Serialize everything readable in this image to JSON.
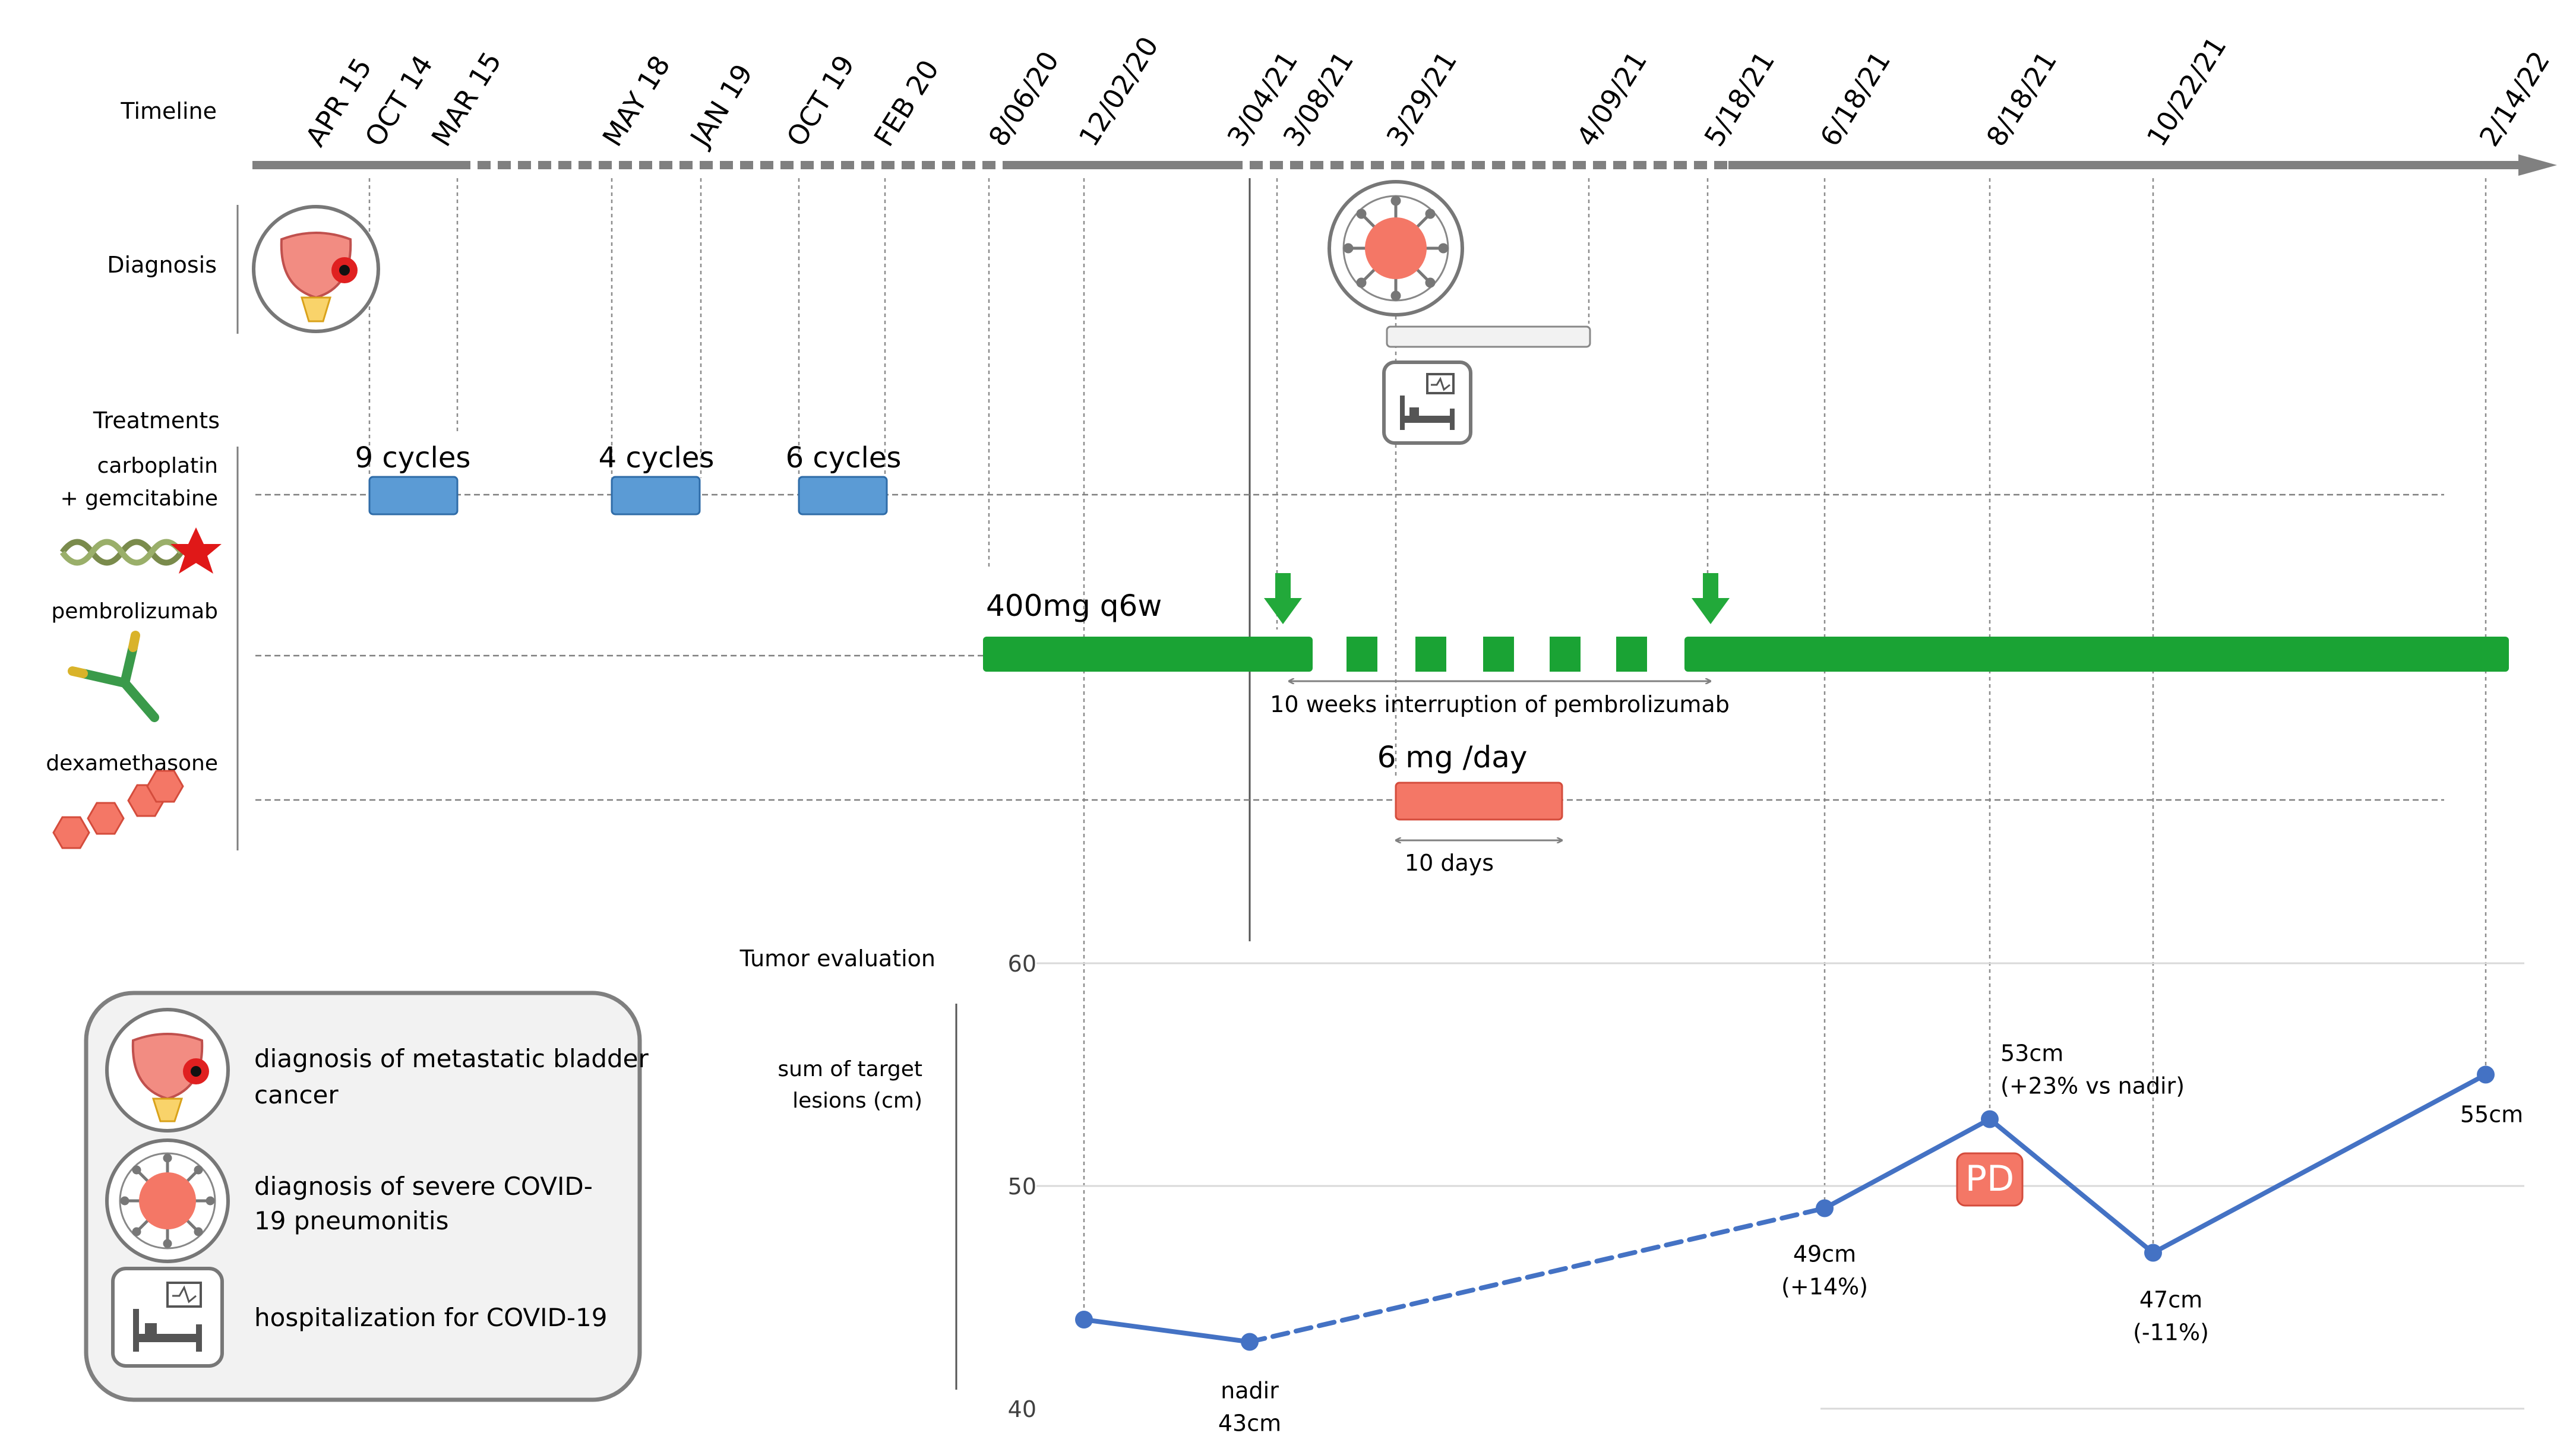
{
  "row_labels": {
    "timeline": "Timeline",
    "diagnosis": "Diagnosis",
    "treatments": "Treatments",
    "carbo_line1": "carboplatin",
    "carbo_line2": "+ gemcitabine",
    "pembrolizumab": "pembrolizumab",
    "dexamethasone": "dexamethasone",
    "tumor_evaluation": "Tumor evaluation",
    "sum_line1": "sum of target",
    "sum_line2": "lesions (cm)"
  },
  "timeline_dates": [
    "APR 15",
    "OCT 14",
    "MAR 15",
    "MAY 18",
    "JAN 19",
    "OCT 19",
    "FEB 20",
    "8/06/20",
    "12/02/20",
    "3/04/21",
    "3/08/21",
    "3/29/21",
    "4/09/21",
    "5/18/21",
    "6/18/21",
    "8/18/21",
    "10/22/21",
    "2/14/22"
  ],
  "treatments": {
    "chemo_cycles": [
      "9 cycles",
      "4 cycles",
      "6 cycles"
    ],
    "pembro_dose": "400mg q6w",
    "interruption": "10 weeks interruption of pembrolizumab",
    "dexa_dose": "6 mg /day",
    "dexa_duration": "10 days"
  },
  "legend": {
    "bladder_line1": "diagnosis of metastatic bladder",
    "bladder_line2": "cancer",
    "covid_line1": "diagnosis of severe COVID-",
    "covid_line2": "19 pneumonitis",
    "hospital": "hospitalization for COVID-19"
  },
  "colors": {
    "timeline_arrow": "#808080",
    "chemo_bar": "#5b9bd5",
    "pembro_bar": "#1aa334",
    "pembro_arrow": "#22a93a",
    "dexa_bar": "#f47766",
    "tumor_line": "#4472c4",
    "pd_badge": "#f47766"
  },
  "icons": [
    "bladder-icon",
    "virus-icon",
    "hospital-bed-icon",
    "dna-icon",
    "antibody-icon",
    "steroid-molecule-icon"
  ],
  "chart_data": {
    "type": "line",
    "ylim": [
      40,
      60
    ],
    "yticks": [
      60,
      50,
      40
    ],
    "x": [
      "12/02/20",
      "3/04/21",
      "6/18/21",
      "8/18/21",
      "10/22/21",
      "2/14/22"
    ],
    "series": [
      {
        "values": [
          44,
          43,
          49,
          53,
          47,
          55
        ]
      }
    ],
    "point_labels": [
      {
        "x": "3/04/21",
        "lines": [
          "nadir",
          "43cm"
        ]
      },
      {
        "x": "6/18/21",
        "lines": [
          "49cm",
          "(+14%)"
        ]
      },
      {
        "x": "8/18/21",
        "lines": [
          "53cm",
          "(+23% vs nadir)"
        ]
      },
      {
        "x": "10/22/21",
        "lines": [
          "47cm",
          "(-11%)"
        ]
      },
      {
        "x": "2/14/22",
        "lines": [
          "55cm"
        ]
      }
    ],
    "annotation": "PD"
  }
}
